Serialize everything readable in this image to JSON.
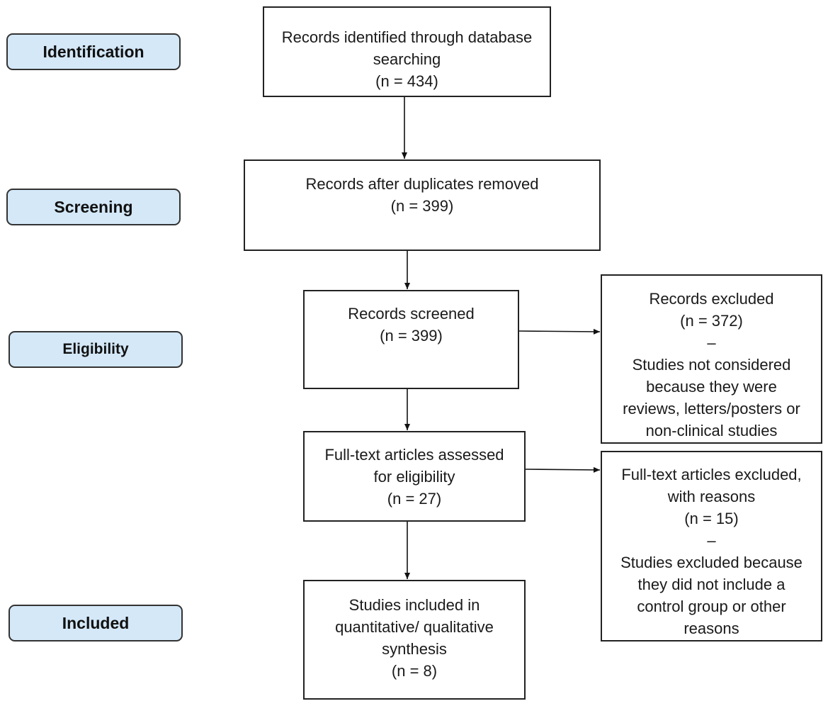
{
  "stages": {
    "identification": "Identification",
    "screening": "Screening",
    "eligibility": "Eligibility",
    "included": "Included"
  },
  "boxes": {
    "identified": {
      "lines": [
        "Records identified through database",
        "searching",
        "(n = 434)"
      ],
      "count": 434
    },
    "deduplicated": {
      "lines": [
        "Records after duplicates removed",
        "(n = 399)"
      ],
      "count": 399
    },
    "screened": {
      "lines": [
        "Records screened",
        "(n =  399)"
      ],
      "count": 399
    },
    "excluded_records": {
      "lines": [
        "Records excluded",
        "(n =  372)",
        "–",
        "Studies not considered",
        "because they were",
        "reviews, letters/posters or",
        "non-clinical studies"
      ],
      "count": 372
    },
    "fulltext_assessed": {
      "lines": [
        "Full-text articles assessed",
        "for eligibility",
        "(n = 27)"
      ],
      "count": 27
    },
    "fulltext_excluded": {
      "lines": [
        "Full-text articles excluded,",
        "with reasons",
        "(n =  15)",
        "–",
        "Studies excluded because",
        "they did not include a",
        "control group or other",
        "reasons"
      ],
      "count": 15
    },
    "included": {
      "lines": [
        "Studies included in",
        "quantitative/ qualitative",
        "synthesis",
        "(n = 8)"
      ],
      "count": 8
    }
  },
  "colors": {
    "stage_fill": "#d4e8f8",
    "stage_border": "#333333",
    "box_border": "#222222",
    "arrow": "#111111"
  }
}
